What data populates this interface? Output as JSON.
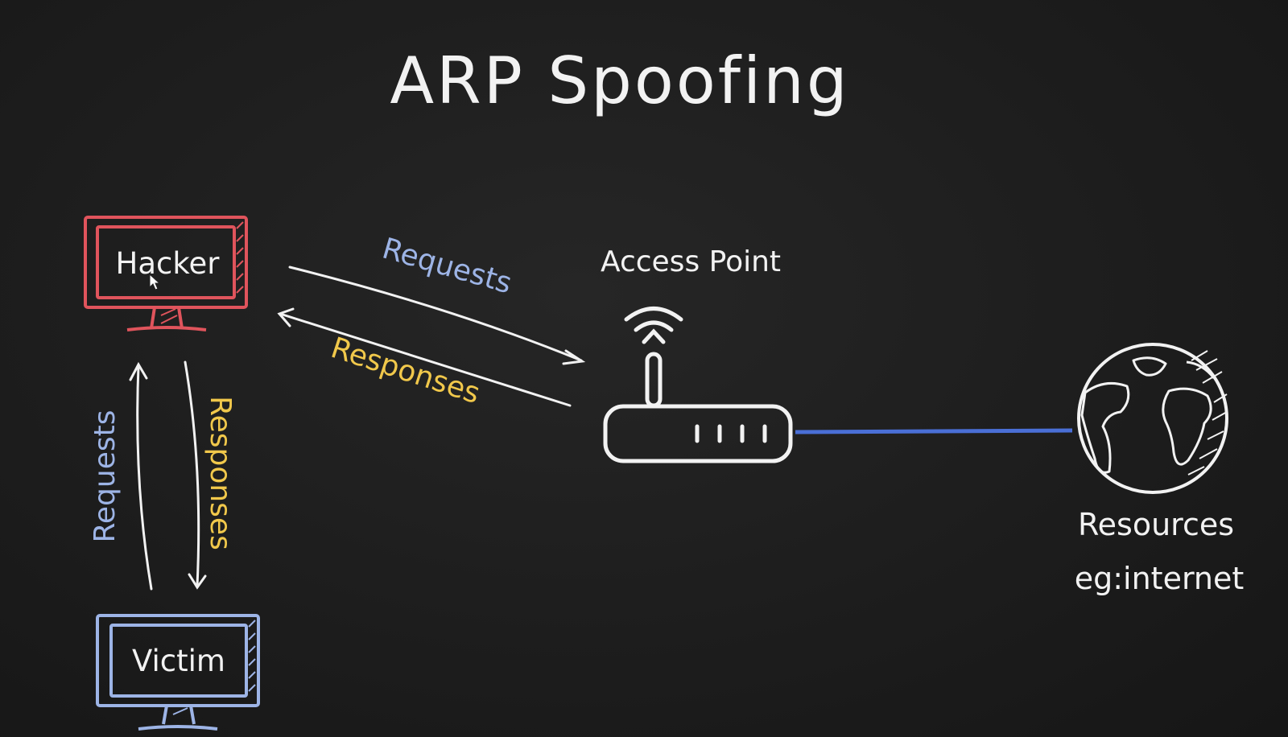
{
  "title": "ARP Spoofing",
  "nodes": {
    "hacker": {
      "label": "Hacker"
    },
    "victim": {
      "label": "Victim"
    },
    "access_point": {
      "label": "Access Point"
    },
    "resources": {
      "label": "Resources",
      "sublabel": "eg:internet"
    }
  },
  "edges": {
    "hacker_to_ap": {
      "label": "Requests"
    },
    "ap_to_hacker": {
      "label": "Responses"
    },
    "victim_to_hacker": {
      "label": "Requests"
    },
    "hacker_to_victim": {
      "label": "Responses"
    }
  },
  "colors": {
    "background": "#1c1c1c",
    "chalk": "#f2f2f2",
    "hacker": "#e0545c",
    "victim": "#9db4e6",
    "requests": "#9db4e6",
    "responses": "#f1c84b",
    "link": "#4a6fd6"
  }
}
